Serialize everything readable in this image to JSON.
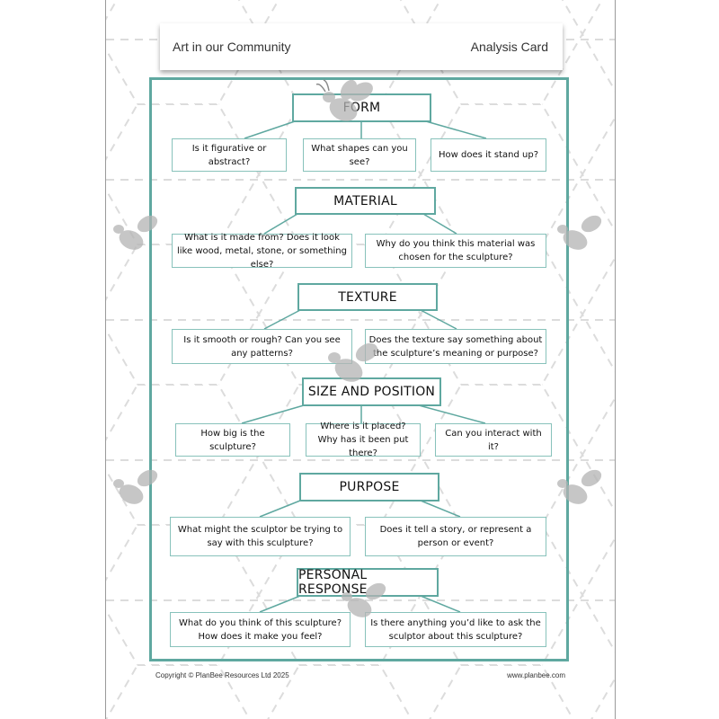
{
  "header": {
    "title": "Art in our Community",
    "card_type": "Analysis Card"
  },
  "sections": [
    {
      "heading": "FORM",
      "questions": [
        "Is it figurative or abstract?",
        "What shapes can you see?",
        "How does it stand up?"
      ]
    },
    {
      "heading": "MATERIAL",
      "questions": [
        "What is it made from? Does it look like wood, metal, stone, or something else?",
        "Why do you think this material was chosen for the sculpture?"
      ]
    },
    {
      "heading": "TEXTURE",
      "questions": [
        "Is it smooth or rough? Can you see any patterns?",
        "Does the texture say something about the sculpture’s meaning or purpose?"
      ]
    },
    {
      "heading": "SIZE AND POSITION",
      "questions": [
        "How big is the sculpture?",
        "Where is it placed? Why has it been put there?",
        "Can you interact with it?"
      ]
    },
    {
      "heading": "PURPOSE",
      "questions": [
        "What might the sculptor be trying to say with this sculpture?",
        "Does it tell a story, or represent a person or event?"
      ]
    },
    {
      "heading": "PERSONAL RESPONSE",
      "questions": [
        "What do you think of this sculpture? How does it make you feel?",
        "Is there anything you’d like to ask the sculptor about this sculpture?"
      ]
    }
  ],
  "footer": {
    "copyright": "Copyright © PlanBee Resources Ltd 2025",
    "website": "www.planbee.com"
  },
  "colors": {
    "teal": "#5fa8a0",
    "teal_light": "#88c2bb",
    "bee_gray": "#b4b4b4"
  },
  "icons": [
    "bee-watermark-icon"
  ]
}
